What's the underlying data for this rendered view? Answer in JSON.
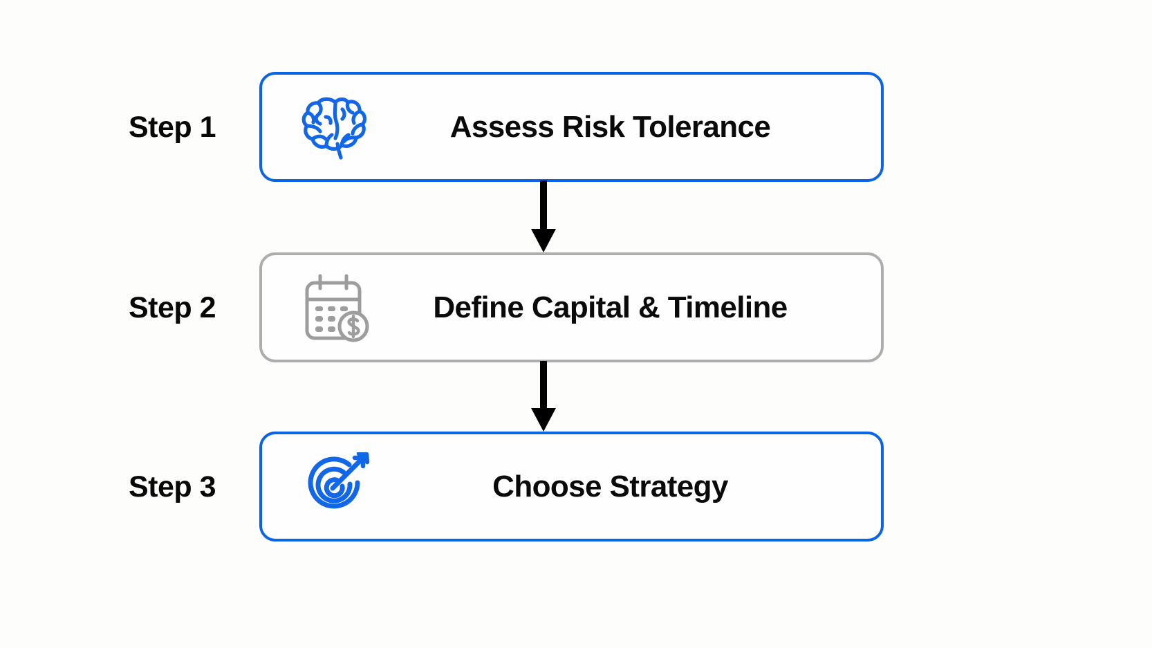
{
  "diagram": {
    "background_color": "#fdfdfc",
    "accent_color": "#0b63e5",
    "muted_color": "#adadad",
    "text_color": "#0a0a0a",
    "arrow_color": "#000000",
    "steps": [
      {
        "label": "Step 1",
        "title": "Assess Risk Tolerance",
        "icon": "brain-icon",
        "style": "accent"
      },
      {
        "label": "Step 2",
        "title": "Define Capital & Timeline",
        "icon": "calendar-dollar-icon",
        "style": "muted"
      },
      {
        "label": "Step 3",
        "title": "Choose Strategy",
        "icon": "target-arrow-icon",
        "style": "accent"
      }
    ],
    "connectors": [
      {
        "from": "Step 1",
        "to": "Step 2",
        "icon": "arrow-down-icon"
      },
      {
        "from": "Step 2",
        "to": "Step 3",
        "icon": "arrow-down-icon"
      }
    ]
  }
}
